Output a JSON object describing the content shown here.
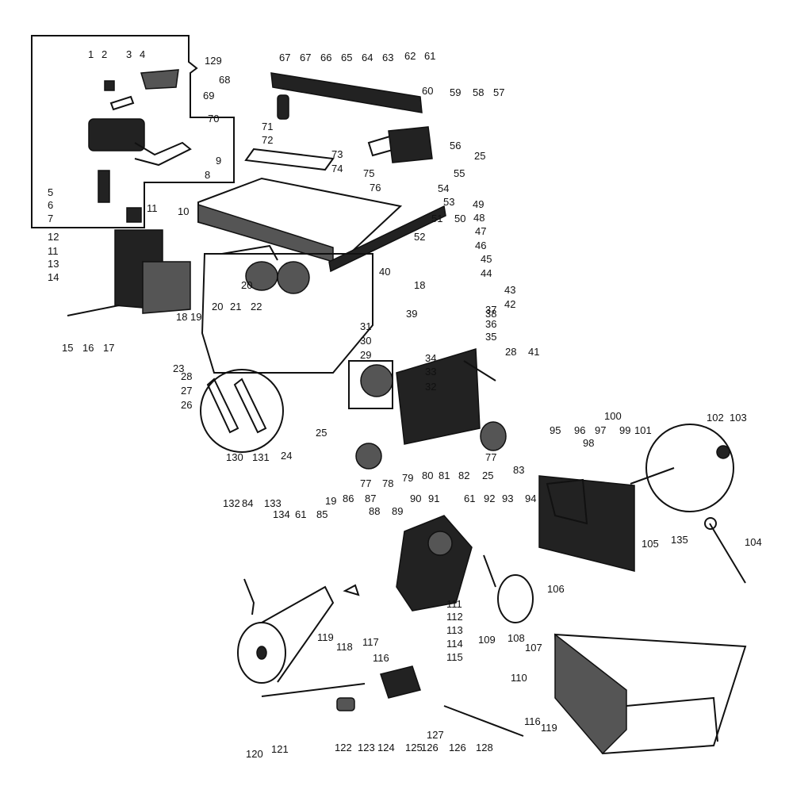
{
  "labels": [
    "1",
    "2",
    "3",
    "4",
    "129",
    "67",
    "67",
    "66",
    "65",
    "64",
    "63",
    "62",
    "61",
    "68",
    "69",
    "60",
    "70",
    "71",
    "72",
    "59",
    "58",
    "57",
    "56",
    "25",
    "9",
    "8",
    "73",
    "74",
    "55",
    "75",
    "76",
    "5",
    "6",
    "7",
    "54",
    "53",
    "49",
    "48",
    "10",
    "11",
    "51",
    "50",
    "47",
    "52",
    "46",
    "12",
    "11",
    "13",
    "14",
    "45",
    "40",
    "44",
    "20",
    "18",
    "43",
    "42",
    "39",
    "38",
    "37",
    "36",
    "35",
    "21",
    "22",
    "20",
    "18",
    "19",
    "15",
    "16",
    "17",
    "31",
    "30",
    "34",
    "28",
    "41",
    "33",
    "29",
    "32",
    "28",
    "27",
    "26",
    "23",
    "25",
    "80",
    "81",
    "82",
    "77",
    "25",
    "83",
    "95",
    "96",
    "97",
    "98",
    "99",
    "100",
    "101",
    "102",
    "103",
    "79",
    "78",
    "77",
    "130",
    "131",
    "24",
    "19",
    "86",
    "87",
    "88",
    "89",
    "90",
    "91",
    "61",
    "92",
    "93",
    "94",
    "132",
    "84",
    "133",
    "134",
    "61",
    "85",
    "105",
    "135",
    "104",
    "106",
    "111",
    "112",
    "113",
    "114",
    "115",
    "109",
    "108",
    "107",
    "110",
    "119",
    "118",
    "117",
    "116",
    "120",
    "121",
    "122",
    "123",
    "124",
    "125",
    "126",
    "127",
    "126",
    "128",
    "116",
    "119"
  ]
}
